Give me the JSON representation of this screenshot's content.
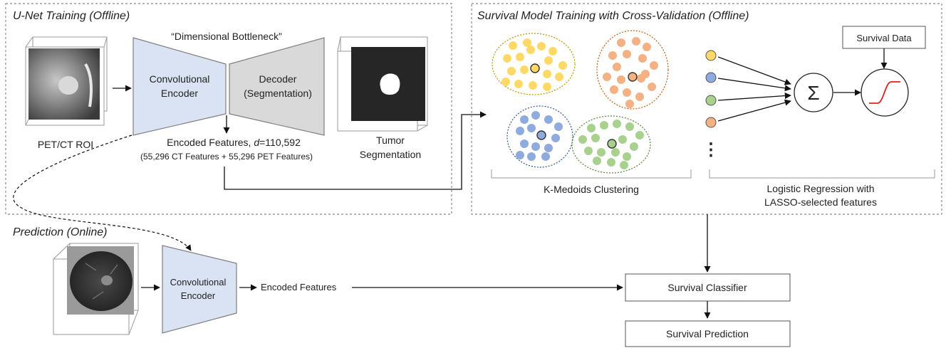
{
  "panels": {
    "unet": {
      "title": "U-Net Training (Offline)"
    },
    "survival": {
      "title": "Survival Model Training with  Cross-Validation (Offline)"
    },
    "prediction": {
      "title": "Prediction (Online)"
    }
  },
  "unet": {
    "input_label": "PET/CT ROI",
    "bottleneck_label": "“Dimensional Bottleneck”",
    "encoder_line1": "Convolutional",
    "encoder_line2": "Encoder",
    "decoder_line1": "Decoder",
    "decoder_line2": "(Segmentation)",
    "features_prefix": "Encoded Features, ",
    "features_var": "d",
    "features_value": "=110,592",
    "features_breakdown": "(55,296 CT Features + 55,296 PET Features)",
    "output_line1": "Tumor",
    "output_line2": "Segmentation"
  },
  "survival": {
    "survival_data_label": "Survival Data",
    "sum_symbol": "Σ",
    "clustering_label": "K-Medoids Clustering",
    "regression_line1": "Logistic Regression with",
    "regression_line2": "LASSO-selected features",
    "ellipsis": "⋮"
  },
  "prediction": {
    "encoder_line1": "Convolutional",
    "encoder_line2": "Encoder",
    "features_label": "Encoded Features",
    "classifier_label": "Survival Classifier",
    "output_label": "Survival Prediction"
  },
  "colors": {
    "encoder_fill": "#dae3f3",
    "decoder_fill": "#d9d9d9",
    "cluster_yellow": "#ffd966",
    "cluster_orange": "#f4b183",
    "cluster_blue": "#8faadc",
    "cluster_green": "#a9d18e",
    "sigmoid": "#e02020"
  }
}
